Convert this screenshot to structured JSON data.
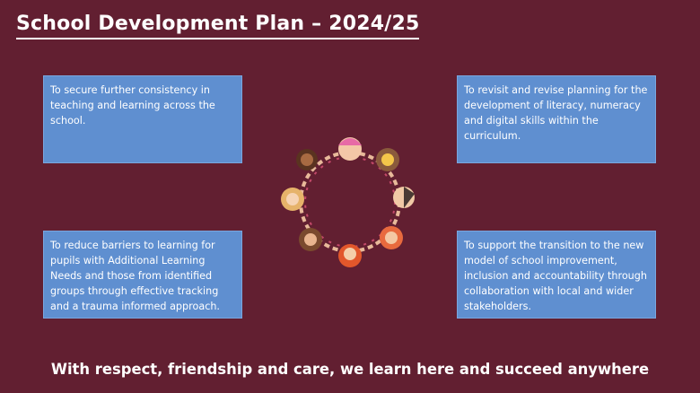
{
  "slide": {
    "title": "School Development Plan – 2024/25",
    "objectives": [
      {
        "text": "To secure further consistency in teaching and learning across the school."
      },
      {
        "text": "To revisit and revise planning for the development of literacy, numeracy and digital skills within the curriculum."
      },
      {
        "text": "To reduce barriers to learning for pupils with Additional Learning Needs and those from identified groups through effective tracking and a trauma informed approach."
      },
      {
        "text": "To support the transition to the new model of school improvement, inclusion and accountability through collaboration with local and wider stakeholders."
      }
    ],
    "footer": "With respect, friendship and care, we learn here and succeed anywhere"
  },
  "colors": {
    "background": "#621f31",
    "box": "#5f8fd0",
    "text": "#ffffff"
  },
  "illustration": {
    "icon": "children-circle-illustration"
  }
}
